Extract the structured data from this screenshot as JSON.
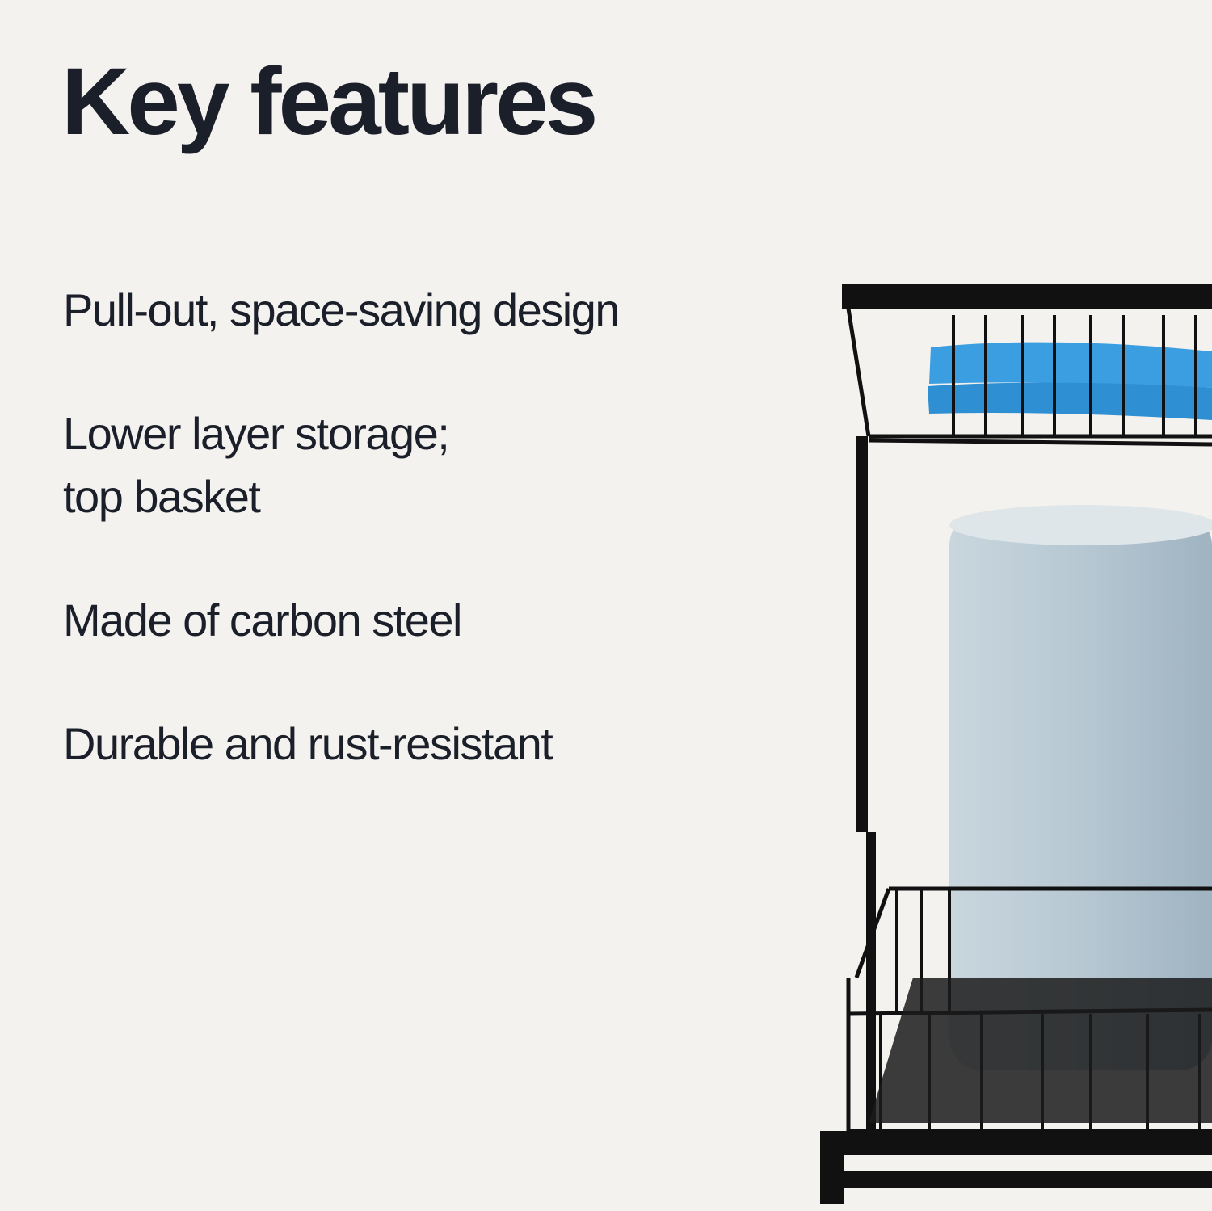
{
  "title": "Key features",
  "features": [
    {
      "label": "Pull-out, space-saving design"
    },
    {
      "label": "Lower layer storage;\ntop basket"
    },
    {
      "label": "Made of  carbon steel"
    },
    {
      "label": "Durable and rust-resistant"
    }
  ],
  "colors": {
    "background": "#f3f2ee",
    "text": "#1b1f2a",
    "sponge": "#3a9ee0",
    "frame": "#111111",
    "container": "#b9c9d3"
  }
}
